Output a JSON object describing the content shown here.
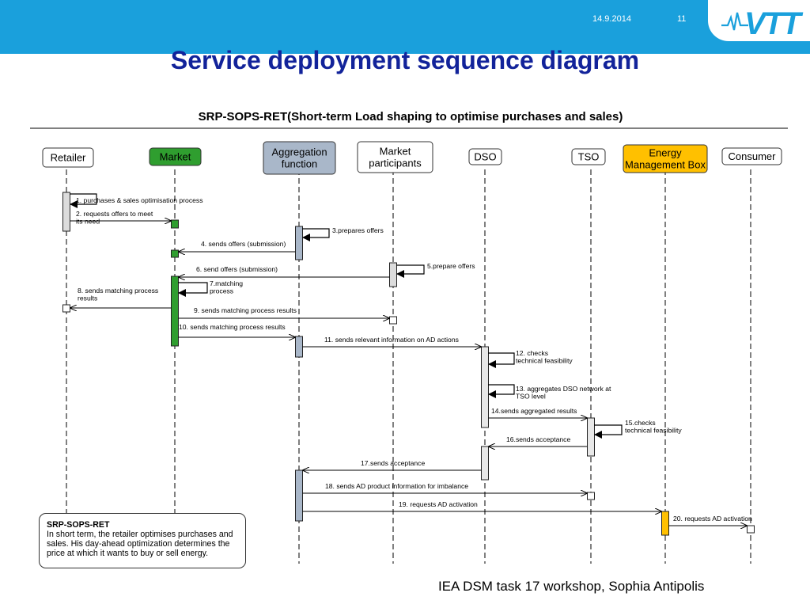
{
  "header": {
    "date": "14.9.2014",
    "page_number": "11",
    "logo_text": "VTT"
  },
  "page_title": "Service deployment sequence diagram",
  "diagram": {
    "title": "SRP-SOPS-RET(Short-term Load shaping to optimise purchases and sales)",
    "participants": [
      {
        "id": "retailer",
        "label": [
          "Retailer"
        ],
        "color": "#ffffff"
      },
      {
        "id": "market",
        "label": [
          "Market"
        ],
        "color": "#2f9e2f"
      },
      {
        "id": "aggregation",
        "label": [
          "Aggregation",
          "function"
        ],
        "color": "#a9b7c9"
      },
      {
        "id": "market_participants",
        "label": [
          "Market",
          "participants"
        ],
        "color": "#ffffff"
      },
      {
        "id": "dso",
        "label": [
          "DSO"
        ],
        "color": "#ffffff"
      },
      {
        "id": "tso",
        "label": [
          "TSO"
        ],
        "color": "#ffffff"
      },
      {
        "id": "emb",
        "label": [
          "Energy",
          "Management Box"
        ],
        "color": "#ffc000"
      },
      {
        "id": "consumer",
        "label": [
          "Consumer"
        ],
        "color": "#ffffff"
      }
    ],
    "messages": [
      {
        "from": "retailer",
        "to": "retailer",
        "text": [
          "1. purchases & sales optimisation process"
        ]
      },
      {
        "from": "retailer",
        "to": "market",
        "text": [
          "2. requests offers to meet",
          "its need"
        ]
      },
      {
        "from": "aggregation",
        "to": "aggregation",
        "text": [
          "3.prepares offers"
        ]
      },
      {
        "from": "aggregation",
        "to": "market",
        "text": [
          "4. sends offers (submission)"
        ]
      },
      {
        "from": "market_participants",
        "to": "market_participants",
        "text": [
          "5.prepare offers"
        ]
      },
      {
        "from": "market_participants",
        "to": "market",
        "text": [
          "6. send offers (submission)"
        ]
      },
      {
        "from": "market",
        "to": "market",
        "text": [
          "7.matching",
          "process"
        ]
      },
      {
        "from": "market",
        "to": "retailer",
        "text": [
          "8. sends matching process",
          "results"
        ]
      },
      {
        "from": "market",
        "to": "market_participants",
        "text": [
          "9. sends matching process results"
        ]
      },
      {
        "from": "market",
        "to": "aggregation",
        "text": [
          "10. sends matching process results"
        ]
      },
      {
        "from": "aggregation",
        "to": "dso",
        "text": [
          "11. sends relevant information on AD actions"
        ]
      },
      {
        "from": "dso",
        "to": "dso",
        "text": [
          "12. checks",
          "technical feasibility"
        ]
      },
      {
        "from": "dso",
        "to": "dso",
        "text": [
          "13. aggregates DSO network at",
          "TSO level"
        ]
      },
      {
        "from": "dso",
        "to": "tso",
        "text": [
          "14.sends aggregated results"
        ]
      },
      {
        "from": "tso",
        "to": "tso",
        "text": [
          "15.checks",
          "technical feasibility"
        ]
      },
      {
        "from": "tso",
        "to": "dso",
        "text": [
          "16.sends acceptance"
        ]
      },
      {
        "from": "dso",
        "to": "aggregation",
        "text": [
          "17.sends acceptance"
        ]
      },
      {
        "from": "aggregation",
        "to": "tso",
        "text": [
          "18. sends AD product information for imbalance"
        ]
      },
      {
        "from": "aggregation",
        "to": "emb",
        "text": [
          "19. requests AD activation"
        ]
      },
      {
        "from": "emb",
        "to": "consumer",
        "text": [
          "20. requests AD activation"
        ]
      }
    ],
    "note": {
      "title": "SRP-SOPS-RET",
      "text": "In short term, the retailer optimises purchases and sales. His day-ahead optimization determines the price at which it wants to buy or sell energy."
    }
  },
  "footer": "IEA DSM task 17 workshop, Sophia Antipolis"
}
